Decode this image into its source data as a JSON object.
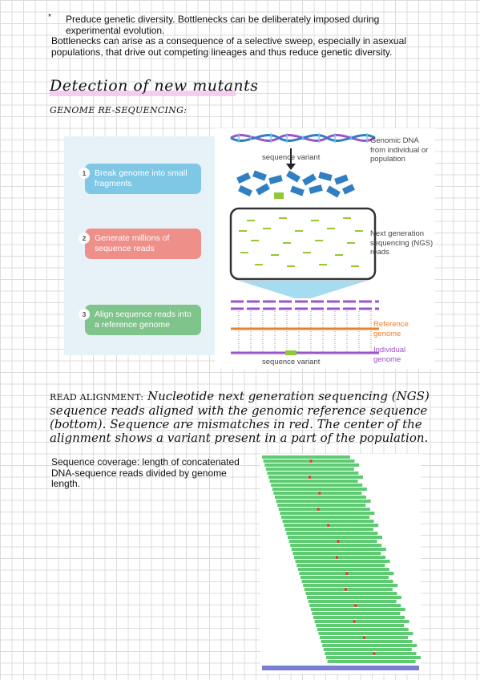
{
  "intro": {
    "bullet": "*",
    "line1": "Preduce genetic diversity. Bottlenecks can be deliberately imposed during experimental evolution.",
    "line2": "Bottlenecks can arise as a consequence of a selective sweep, especially in asexual populations, that drive out competing lineages and thus reduce genetic diversity."
  },
  "section": {
    "heading": "Detection of new mutants",
    "subheading": "Genome re-sequencing:"
  },
  "ngs_figure": {
    "steps": [
      {
        "num": "1",
        "label": "Break genome into small fragments",
        "color": "#7ec8e6"
      },
      {
        "num": "2",
        "label": "Generate millions of sequence reads",
        "color": "#ef8f8a"
      },
      {
        "num": "3",
        "label": "Align sequence reads into a reference genome",
        "color": "#7fc48a"
      }
    ],
    "sequence_variant_top": "sequence variant",
    "sequence_variant_bottom": "sequence variant",
    "genomic_dna": "Genomic DNA from individual or population",
    "ngs_reads": "Next generation sequencing (NGS) reads",
    "reference_genome": "Reference genome",
    "individual_genome": "Individual genome",
    "colors": {
      "reference": "#e9822f",
      "individual": "#9b54c9",
      "fragment": "#2f7fc2",
      "read": "#9ac43c",
      "variant": "#8fc93a"
    }
  },
  "read_alignment": {
    "label": "Read alignment:",
    "text": "Nucleotide next generation sequencing (NGS) sequence reads aligned with the genomic reference sequence (bottom). Sequence are mismatches in red. The center of the alignment shows a variant present in a part of the population."
  },
  "coverage": {
    "text": "Sequence coverage: length of concatenated DNA-sequence reads divided by genome length."
  },
  "alignment_figure": {
    "read_color": "#5ecb73",
    "mismatch_color": "#e0433c",
    "reference_color": "#7a7fd6"
  }
}
